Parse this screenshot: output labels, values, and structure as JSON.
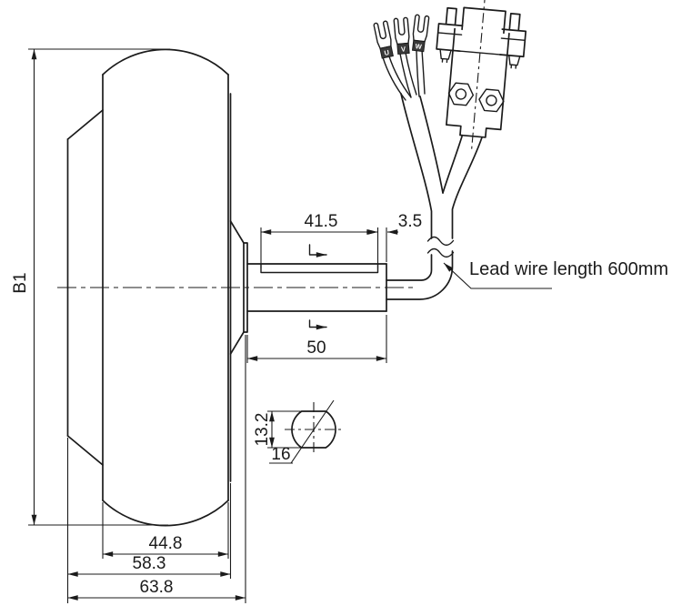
{
  "drawing": {
    "labels": {
      "lead_wire": "Lead wire length 600mm"
    },
    "dimensions": {
      "b1": "B1",
      "flat_length": "41.5",
      "flat_to_end": "3.5",
      "shaft_length": "50",
      "across_flats": "13.2",
      "shaft_diameter": "16",
      "rim_width": "44.8",
      "tire_width": "58.3",
      "overall_width": "63.8"
    },
    "terminals": {
      "u": "U",
      "v": "V",
      "w": "W"
    },
    "colors": {
      "line": "#1b1b1b",
      "background": "#ffffff",
      "terminal_fill": "#3a3a3a"
    }
  }
}
